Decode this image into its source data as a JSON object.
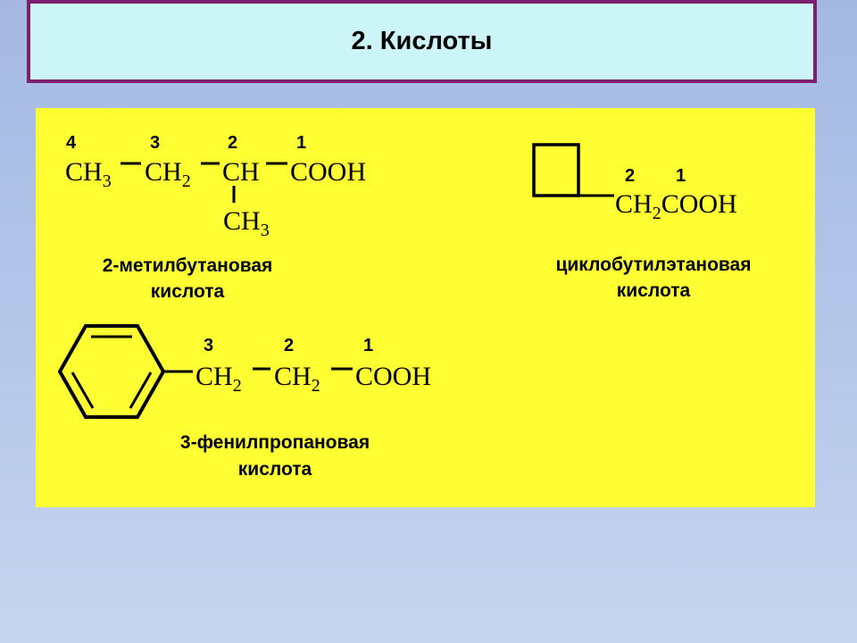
{
  "slide": {
    "title": "2. Кислоты"
  },
  "molecules": [
    {
      "locants": [
        "4",
        "3",
        "2",
        "1"
      ],
      "formula": {
        "c4": "CH",
        "c4_sub": "3",
        "c3": "CH",
        "c3_sub": "2",
        "c2": "CH",
        "c1": "COOH",
        "branch": "CH",
        "branch_sub": "3"
      },
      "caption": [
        "2-метилбутановая",
        "кислота"
      ]
    },
    {
      "locants": [
        "2",
        "1"
      ],
      "formula": {
        "c2": "CH",
        "c2_sub": "2",
        "c1": "COOH"
      },
      "caption": [
        "циклобутилэтановая",
        "кислота"
      ]
    },
    {
      "locants": [
        "3",
        "2",
        "1"
      ],
      "formula": {
        "c3": "CH",
        "c3_sub": "2",
        "c2": "CH",
        "c2_sub": "2",
        "c1": "COOH"
      },
      "caption": [
        "3-фенилпропановая",
        "кислота"
      ]
    }
  ],
  "colors": {
    "panel": "#ffff33",
    "title_bg": "#ccf5f7",
    "title_border": "#7b1f6e"
  }
}
